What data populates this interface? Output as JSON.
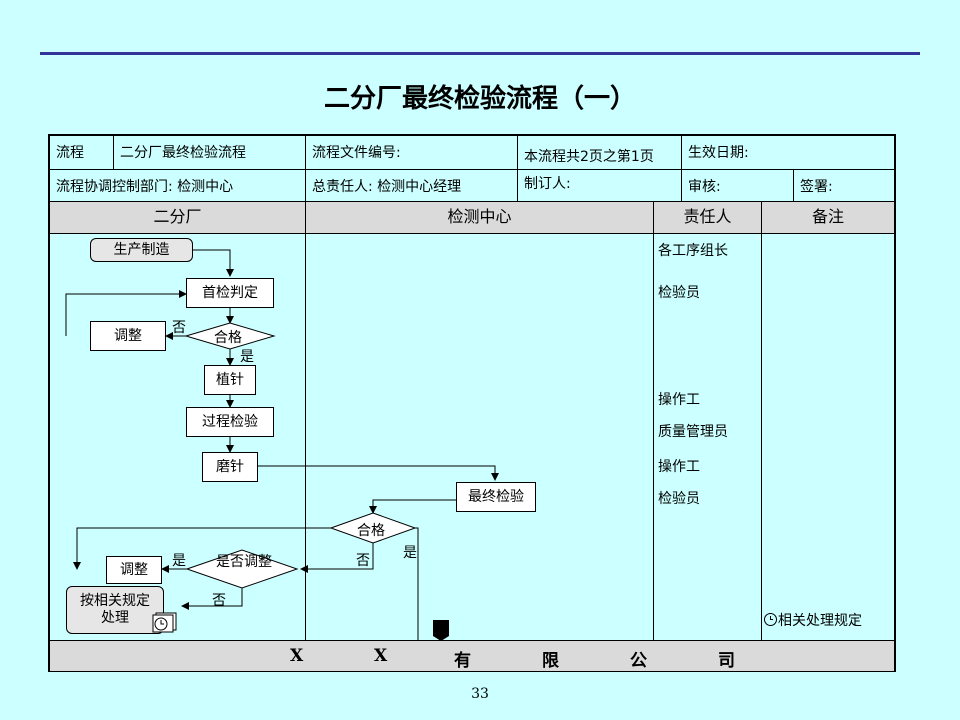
{
  "title": "二分厂最终检验流程（一）",
  "page_number": "33",
  "header": {
    "row1": [
      "流程",
      "二分厂最终检验流程",
      "流程文件编号:",
      "本流程共2页之第1页",
      "生效日期:"
    ],
    "row2": [
      "流程协调控制部门: 检测中心",
      "总责任人: 检测中心经理",
      "制订人:",
      "审核:",
      "签署:"
    ]
  },
  "lanes": [
    "二分厂",
    "检测中心",
    "责任人",
    "备注"
  ],
  "nodes": {
    "production": "生产制造",
    "first_check": "首检判定",
    "qualified1": "合格",
    "adjust1": "调整",
    "plant_needle": "植针",
    "process_check": "过程检验",
    "grind_needle": "磨针",
    "final_check": "最终检验",
    "qualified2": "合格",
    "need_adjust": "是否调整",
    "adjust2": "调整",
    "handle": "按相关规定处理"
  },
  "edge_labels": {
    "no": "否",
    "yes": "是"
  },
  "responsible": [
    "各工序组长",
    "检验员",
    "操作工",
    "质量管理员",
    "操作工",
    "检验员"
  ],
  "remark": "相关处理规定",
  "footer_chars": [
    "X",
    "X",
    "有",
    "限",
    "公",
    "司"
  ]
}
